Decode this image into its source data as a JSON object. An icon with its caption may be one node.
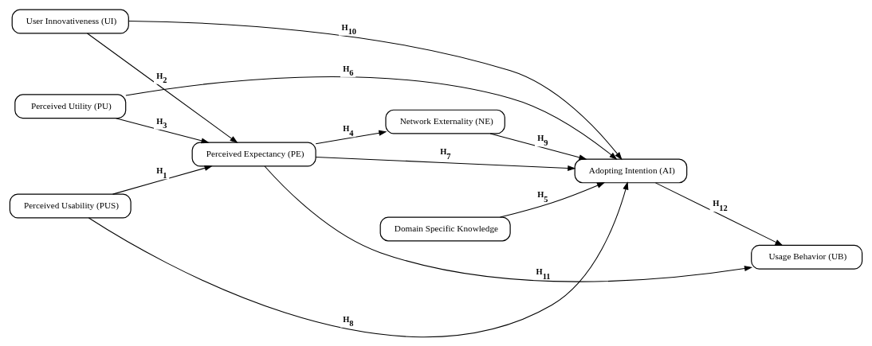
{
  "diagram": {
    "nodes": [
      {
        "text": [
          "Perceived Utility (PU)"
        ]
      },
      {
        "text": [
          "Network Externality (NE)"
        ]
      },
      {
        "text": [
          "Adopting Intention (AI)"
        ]
      },
      {
        "text": [
          "Perceived Expectancy (PE)"
        ]
      },
      {
        "text": [
          "Usage Behavior (UB)"
        ]
      },
      {
        "text": [
          "Perceived Usability (PUS)"
        ]
      },
      {
        "text": [
          "Domain Specific Knowledge"
        ]
      },
      {
        "text": [
          "User Innovativeness (UI)"
        ]
      }
    ],
    "edges": [
      {
        "from": 0,
        "to": 2,
        "arrow": "to",
        "label": "H$_{6}$"
      },
      {
        "from": 0,
        "to": 3,
        "arrow": "to",
        "label": "H$_{3}$"
      },
      {
        "from": 3,
        "to": 1,
        "arrow": "to",
        "label": "H$_{4}$"
      },
      {
        "from": 3,
        "to": 2,
        "arrow": "to",
        "label": "H$_{7}$"
      },
      {
        "from": 1,
        "to": 2,
        "arrow": "to",
        "label": "H$_{9}$"
      },
      {
        "from": 2,
        "to": 4,
        "arrow": "to",
        "label": "H$_{12}$"
      },
      {
        "from": 3,
        "to": 4,
        "arrow": "to",
        "label": "H$_{11}$"
      },
      {
        "from": 5,
        "to": 3,
        "arrow": "to",
        "label": "H$_{1}$"
      },
      {
        "from": 5,
        "to": 2,
        "arrow": "to",
        "label": "H$_{8}$"
      },
      {
        "from": 6,
        "to": 2,
        "arrow": "to",
        "label": "H$_{5}$"
      },
      {
        "from": 7,
        "to": 2,
        "arrow": "to",
        "label": "H$_{10}$"
      },
      {
        "from": 7,
        "to": 3,
        "arrow": "to",
        "label": "H$_{2}$"
      }
    ]
  }
}
